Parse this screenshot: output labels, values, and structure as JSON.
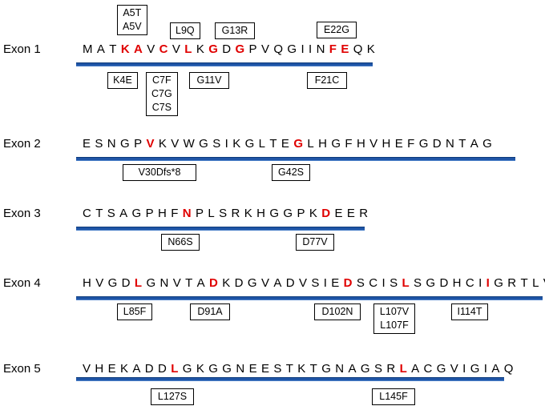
{
  "exons": [
    {
      "label": "Exon 1",
      "sequence": [
        [
          "M",
          0
        ],
        [
          "A",
          0
        ],
        [
          "T",
          0
        ],
        [
          "K",
          1
        ],
        [
          "A",
          1
        ],
        [
          "V",
          0
        ],
        [
          "C",
          1
        ],
        [
          "V",
          0
        ],
        [
          "L",
          1
        ],
        [
          "K",
          0
        ],
        [
          "G",
          1
        ],
        [
          "D",
          0
        ],
        [
          "G",
          1
        ],
        [
          "P",
          0
        ],
        [
          "V",
          0
        ],
        [
          "Q",
          0
        ],
        [
          "G",
          0
        ],
        [
          "I",
          0
        ],
        [
          "I",
          0
        ],
        [
          "N",
          0
        ],
        [
          "F",
          1
        ],
        [
          "E",
          1
        ],
        [
          "Q",
          0
        ],
        [
          "K",
          0
        ]
      ],
      "mutations": [
        {
          "lines": [
            "A5T",
            "A5V"
          ]
        },
        {
          "lines": [
            "L9Q"
          ]
        },
        {
          "lines": [
            "G13R"
          ]
        },
        {
          "lines": [
            "E22G"
          ]
        },
        {
          "lines": [
            "K4E"
          ]
        },
        {
          "lines": [
            "C7F",
            "C7G",
            "C7S"
          ]
        },
        {
          "lines": [
            "G11V"
          ]
        },
        {
          "lines": [
            "F21C"
          ]
        }
      ]
    },
    {
      "label": "Exon 2",
      "sequence": [
        [
          "E",
          0
        ],
        [
          "S",
          0
        ],
        [
          "N",
          0
        ],
        [
          "G",
          0
        ],
        [
          "P",
          0
        ],
        [
          "V",
          1
        ],
        [
          "K",
          0
        ],
        [
          "V",
          0
        ],
        [
          "W",
          0
        ],
        [
          "G",
          0
        ],
        [
          "S",
          0
        ],
        [
          "I",
          0
        ],
        [
          "K",
          0
        ],
        [
          "G",
          0
        ],
        [
          "L",
          0
        ],
        [
          "T",
          0
        ],
        [
          "E",
          0
        ],
        [
          "G",
          1
        ],
        [
          "L",
          0
        ],
        [
          "H",
          0
        ],
        [
          "G",
          0
        ],
        [
          "F",
          0
        ],
        [
          "H",
          0
        ],
        [
          "V",
          0
        ],
        [
          "H",
          0
        ],
        [
          "E",
          0
        ],
        [
          "F",
          0
        ],
        [
          "G",
          0
        ],
        [
          "D",
          0
        ],
        [
          "N",
          0
        ],
        [
          "T",
          0
        ],
        [
          "A",
          0
        ],
        [
          "G",
          0
        ]
      ],
      "mutations": [
        {
          "lines": [
            "V30Dfs*8"
          ]
        },
        {
          "lines": [
            "G42S"
          ]
        }
      ]
    },
    {
      "label": "Exon 3",
      "sequence": [
        [
          "C",
          0
        ],
        [
          "T",
          0
        ],
        [
          "S",
          0
        ],
        [
          "A",
          0
        ],
        [
          "G",
          0
        ],
        [
          "P",
          0
        ],
        [
          "H",
          0
        ],
        [
          "F",
          0
        ],
        [
          "N",
          1
        ],
        [
          "P",
          0
        ],
        [
          "L",
          0
        ],
        [
          "S",
          0
        ],
        [
          "R",
          0
        ],
        [
          "K",
          0
        ],
        [
          "H",
          0
        ],
        [
          "G",
          0
        ],
        [
          "G",
          0
        ],
        [
          "P",
          0
        ],
        [
          "K",
          0
        ],
        [
          "D",
          1
        ],
        [
          "E",
          0
        ],
        [
          "E",
          0
        ],
        [
          "R",
          0
        ]
      ],
      "mutations": [
        {
          "lines": [
            "N66S"
          ]
        },
        {
          "lines": [
            "D77V"
          ]
        }
      ]
    },
    {
      "label": "Exon 4",
      "sequence": [
        [
          "H",
          0
        ],
        [
          "V",
          0
        ],
        [
          "G",
          0
        ],
        [
          "D",
          0
        ],
        [
          "L",
          1
        ],
        [
          "G",
          0
        ],
        [
          "N",
          0
        ],
        [
          "V",
          0
        ],
        [
          "T",
          0
        ],
        [
          "A",
          0
        ],
        [
          "D",
          1
        ],
        [
          "K",
          0
        ],
        [
          "D",
          0
        ],
        [
          "G",
          0
        ],
        [
          "V",
          0
        ],
        [
          "A",
          0
        ],
        [
          "D",
          0
        ],
        [
          "V",
          0
        ],
        [
          "S",
          0
        ],
        [
          "I",
          0
        ],
        [
          "E",
          0
        ],
        [
          "D",
          1
        ],
        [
          "S",
          0
        ],
        [
          "C",
          0
        ],
        [
          "I",
          0
        ],
        [
          "S",
          0
        ],
        [
          "L",
          1
        ],
        [
          "S",
          0
        ],
        [
          "G",
          0
        ],
        [
          "D",
          0
        ],
        [
          "H",
          0
        ],
        [
          "C",
          0
        ],
        [
          "I",
          0
        ],
        [
          "I",
          1
        ],
        [
          "G",
          0
        ],
        [
          "R",
          0
        ],
        [
          "T",
          0
        ],
        [
          "L",
          0
        ],
        [
          "V",
          0
        ]
      ],
      "mutations": [
        {
          "lines": [
            "L85F"
          ]
        },
        {
          "lines": [
            "D91A"
          ]
        },
        {
          "lines": [
            "D102N"
          ]
        },
        {
          "lines": [
            "L107V",
            "L107F"
          ]
        },
        {
          "lines": [
            "I114T"
          ]
        }
      ]
    },
    {
      "label": "Exon 5",
      "sequence": [
        [
          "V",
          0
        ],
        [
          "H",
          0
        ],
        [
          "E",
          0
        ],
        [
          "K",
          0
        ],
        [
          "A",
          0
        ],
        [
          "D",
          0
        ],
        [
          "D",
          0
        ],
        [
          "L",
          1
        ],
        [
          "G",
          0
        ],
        [
          "K",
          0
        ],
        [
          "G",
          0
        ],
        [
          "G",
          0
        ],
        [
          "N",
          0
        ],
        [
          "E",
          0
        ],
        [
          "E",
          0
        ],
        [
          "S",
          0
        ],
        [
          "T",
          0
        ],
        [
          "K",
          0
        ],
        [
          "T",
          0
        ],
        [
          "G",
          0
        ],
        [
          "N",
          0
        ],
        [
          "A",
          0
        ],
        [
          "G",
          0
        ],
        [
          "S",
          0
        ],
        [
          "R",
          0
        ],
        [
          "L",
          1
        ],
        [
          "A",
          0
        ],
        [
          "C",
          0
        ],
        [
          "G",
          0
        ],
        [
          "V",
          0
        ],
        [
          "I",
          0
        ],
        [
          "G",
          0
        ],
        [
          "I",
          0
        ],
        [
          "A",
          0
        ],
        [
          "Q",
          0
        ]
      ],
      "mutations": [
        {
          "lines": [
            "L127S"
          ]
        },
        {
          "lines": [
            "L145F"
          ]
        }
      ]
    }
  ],
  "colors": {
    "highlight": "#e00000",
    "bar": "#1f55a6"
  }
}
